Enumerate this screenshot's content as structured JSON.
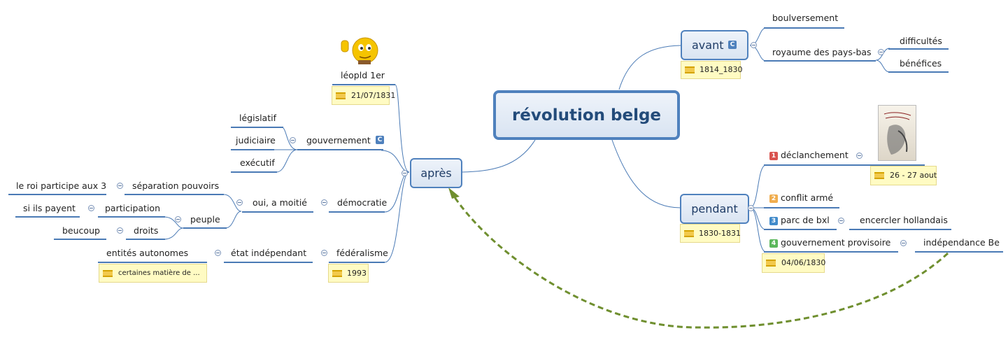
{
  "central": "révolution belge",
  "avant": {
    "label": "avant",
    "icon_letter": "C",
    "note": "1814_1830",
    "children": [
      "boulversement",
      "royaume des pays-bas"
    ],
    "subchildren": [
      "difficultés",
      "bénéfices"
    ]
  },
  "pendant": {
    "label": "pendant",
    "note": "1830-1831",
    "items": [
      {
        "number": "1",
        "color": "#d9534f",
        "label": "déclanchement",
        "note": "26 - 27 aout"
      },
      {
        "number": "2",
        "color": "#f0ad4e",
        "label": "conflit armé"
      },
      {
        "number": "3",
        "color": "#428bca",
        "label": "parc de bxl",
        "child": "encercler hollandais"
      },
      {
        "number": "4",
        "color": "#5cb85c",
        "label": "gouvernement provisoire",
        "child": "indépendance Be",
        "note": "04/06/1830"
      }
    ]
  },
  "apres": {
    "label": "après",
    "leopold": {
      "label": "léopld 1er",
      "note": "21/07/1831"
    },
    "gouvernement": {
      "label": "gouvernement",
      "icon_letter": "C",
      "children": [
        "législatif",
        "judiciaire",
        "exécutif"
      ]
    },
    "democratie": {
      "label": "démocratie",
      "child": "oui, a moitié",
      "separation": {
        "label": "séparation pouvoirs",
        "child": "le roi participe aux 3"
      },
      "peuple": {
        "label": "peuple",
        "participation": {
          "label": "participation",
          "child": "si ils payent"
        },
        "droits": {
          "label": "droits",
          "child": "beucoup"
        }
      }
    },
    "federalisme": {
      "label": "fédéralisme",
      "note": "1993",
      "etat": {
        "label": "état indépendant",
        "child": "entités autonomes",
        "note": "certaines matière de ..."
      }
    }
  },
  "relationship_color": "#6f8f2f",
  "line_color": "#4a7ab5"
}
